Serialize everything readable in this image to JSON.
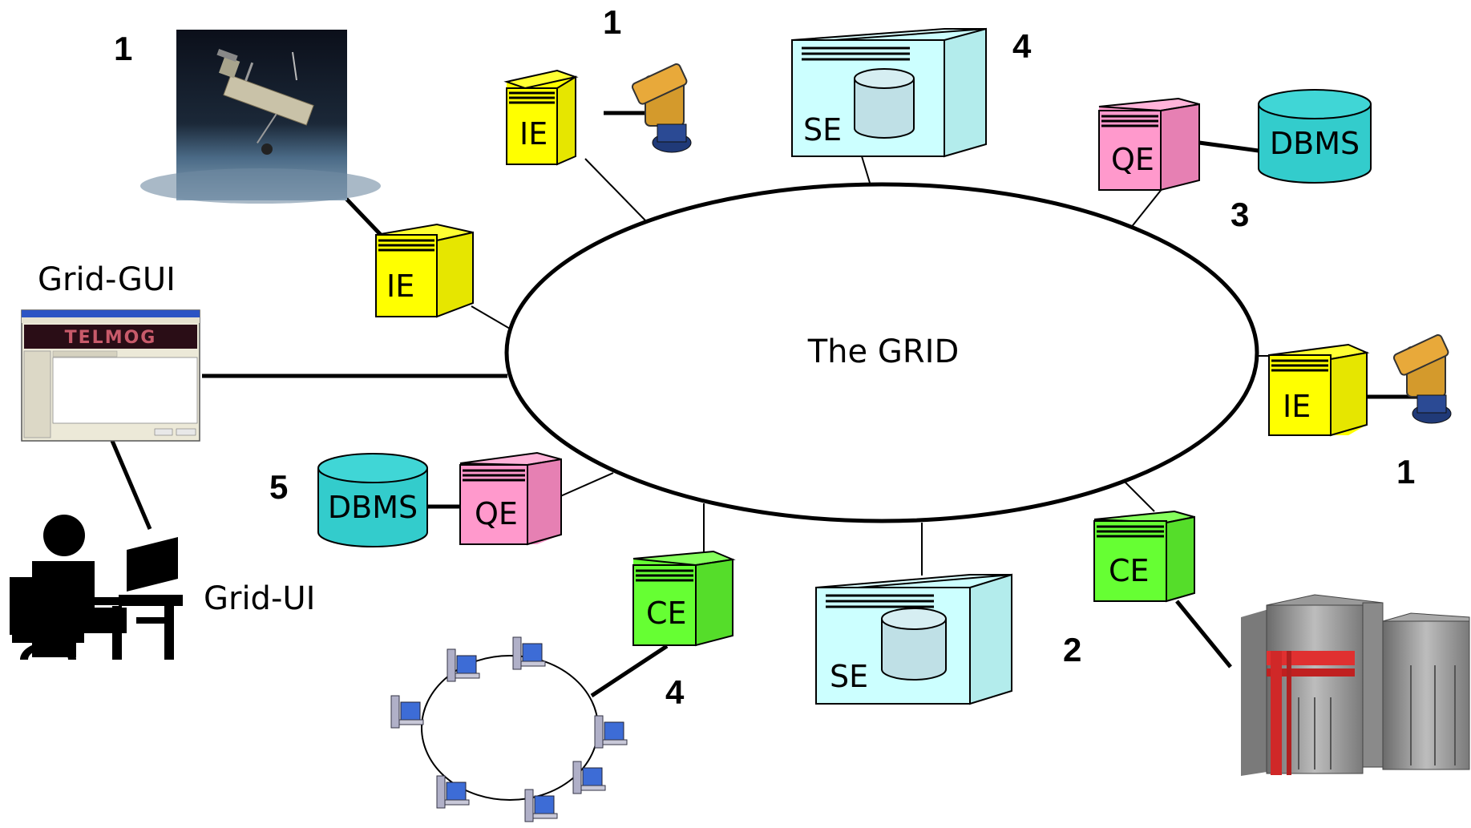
{
  "diagram": {
    "center_label": "The GRID",
    "gui_label": "Grid-GUI",
    "ui_label": "Grid-UI",
    "nodes": {
      "ie_top": "IE",
      "ie_left": "IE",
      "ie_right": "IE",
      "se_top": "SE",
      "se_bottom": "SE",
      "qe_top": "QE",
      "qe_left": "QE",
      "ce_left": "CE",
      "ce_right": "CE",
      "dbms_top": "DBMS",
      "dbms_left": "DBMS"
    },
    "numbers": {
      "hubble": "1",
      "telescope_top": "1",
      "se_top": "4",
      "qe_top": "3",
      "telescope_right": "1",
      "qe_left": "5",
      "cluster": "4",
      "supercomputer": "2"
    },
    "gui_window_title": "TELMOG"
  },
  "colors": {
    "ie": "#ffff00",
    "se": "#ccffff",
    "qe": "#ff99cc",
    "ce": "#66ff33",
    "dbms": "#33cccc"
  }
}
